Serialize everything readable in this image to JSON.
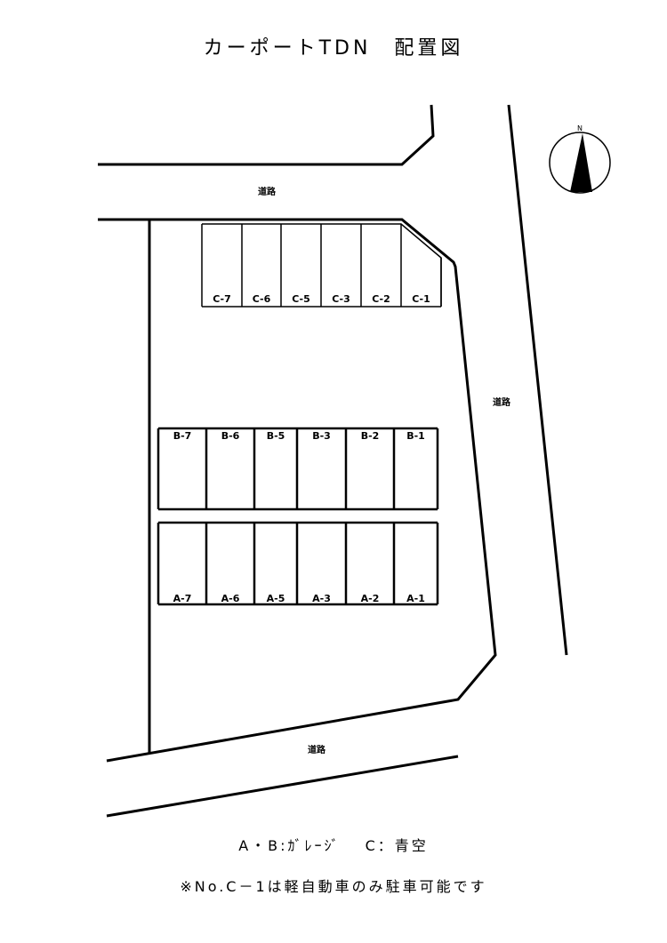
{
  "title": "カーポートTDN　配置図",
  "compass": {
    "label": "N",
    "icon": "north-arrow-icon"
  },
  "roads": [
    "道路",
    "道路",
    "道路"
  ],
  "rows": {
    "C": [
      "C-7",
      "C-6",
      "C-5",
      "C-3",
      "C-2",
      "C-1"
    ],
    "B": [
      "B-7",
      "B-6",
      "B-5",
      "B-3",
      "B-2",
      "B-1"
    ],
    "A": [
      "A-7",
      "A-6",
      "A-5",
      "A-3",
      "A-2",
      "A-1"
    ]
  },
  "legend": "A・B:ｶﾞﾚｰｼﾞ　 C：青空",
  "footnote": "※No.C－1は軽自動車のみ駐車可能です"
}
